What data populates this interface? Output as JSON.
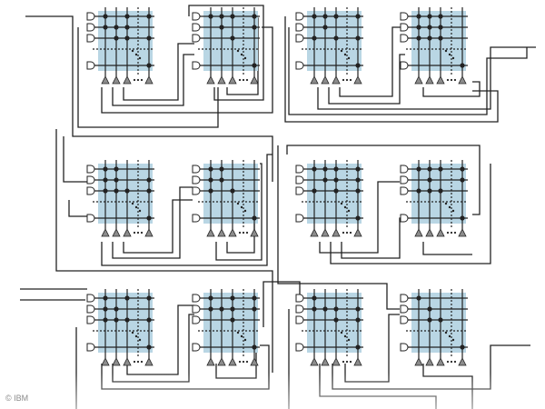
{
  "credit": "© IBM",
  "colors": {
    "background": "#ffffff",
    "core_fill": "#b9d6e4",
    "wire": "#222222",
    "credit_text": "#8a8a8a"
  },
  "diagram": {
    "rows": 3,
    "cols": 4,
    "core_count": 12,
    "input_ports_per_core": 5,
    "output_ports_per_core": 5,
    "input_port_shape": "d-shaped-gate",
    "output_port_shape": "triangle-arrow"
  }
}
